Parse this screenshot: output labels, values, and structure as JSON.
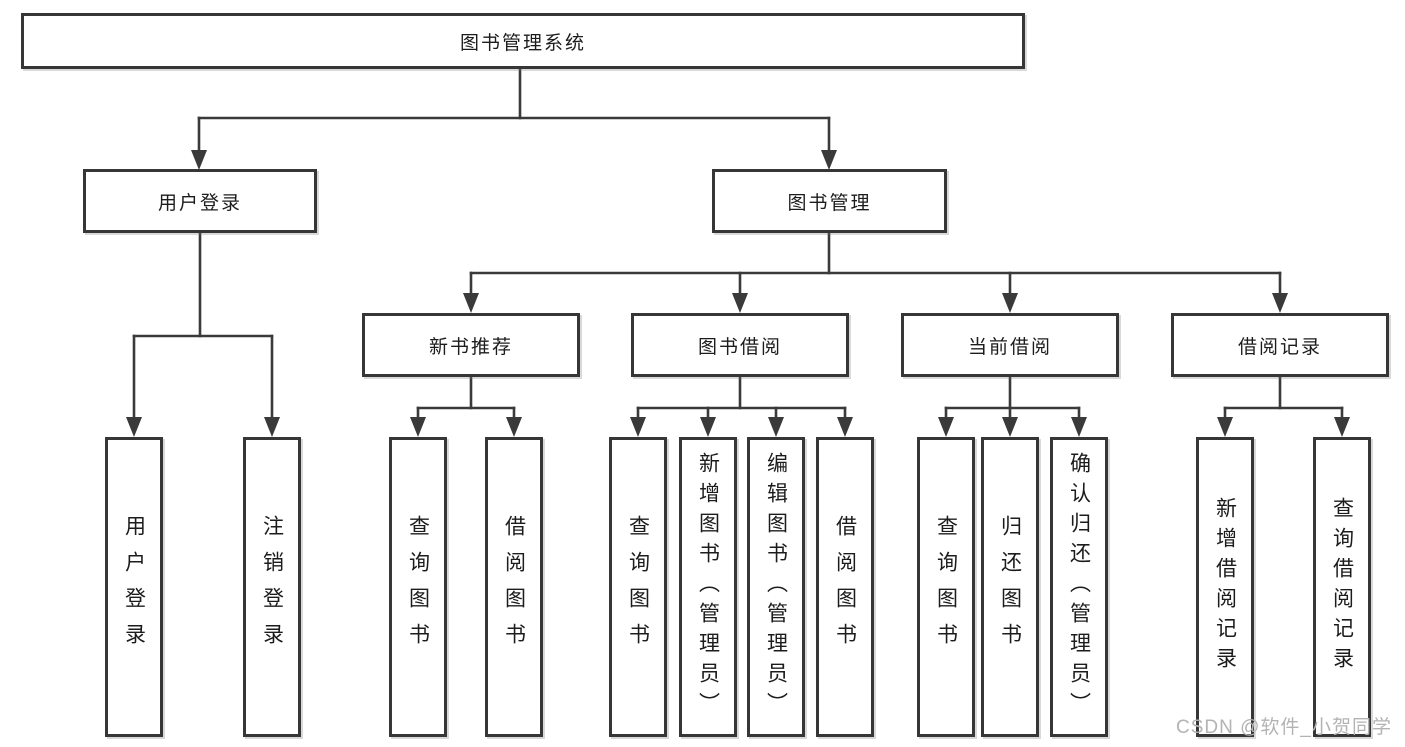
{
  "diagram_title": "图书管理系统",
  "tree": {
    "label": "图书管理系统",
    "children": [
      {
        "label": "用户登录",
        "children": [
          {
            "label": "用户登录"
          },
          {
            "label": "注销登录"
          }
        ]
      },
      {
        "label": "图书管理",
        "children": [
          {
            "label": "新书推荐",
            "children": [
              {
                "label": "查询图书"
              },
              {
                "label": "借阅图书"
              }
            ]
          },
          {
            "label": "图书借阅",
            "children": [
              {
                "label": "查询图书"
              },
              {
                "label": "新增图书（管理员）"
              },
              {
                "label": "编辑图书（管理员）"
              },
              {
                "label": "借阅图书"
              }
            ]
          },
          {
            "label": "当前借阅",
            "children": [
              {
                "label": "查询图书"
              },
              {
                "label": "归还图书"
              },
              {
                "label": "确认归还（管理员）"
              }
            ]
          },
          {
            "label": "借阅记录",
            "children": [
              {
                "label": "新增借阅记录"
              },
              {
                "label": "查询借阅记录"
              }
            ]
          }
        ]
      }
    ]
  },
  "watermark": "CSDN @软件_小贺同学",
  "colors": {
    "line": "#3a3a3a",
    "box_border": "#363636",
    "text": "#1c1c1c",
    "watermark": "#b3b3b3",
    "background": "#ffffff"
  }
}
